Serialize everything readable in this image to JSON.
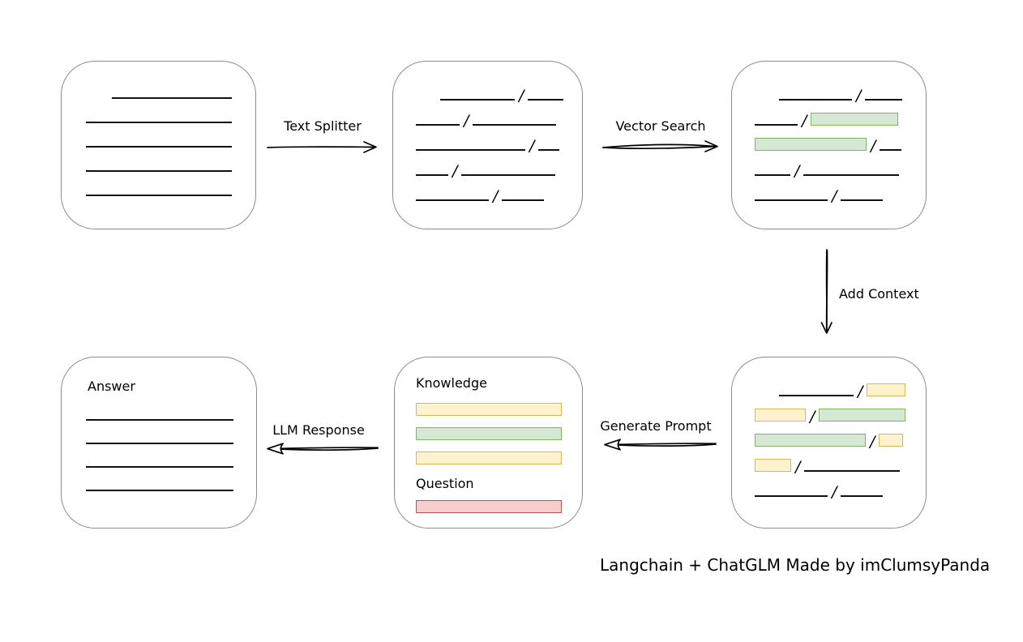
{
  "caption": "Langchain + ChatGLM Made by imClumsyPanda",
  "colors": {
    "green_fill": "#d5e8d4",
    "green_border": "#82b366",
    "yellow_fill": "#fff2cc",
    "yellow_border": "#d6b656",
    "red_fill": "#f8cecc",
    "red_border": "#b85450",
    "box_border": "#8c8c8c",
    "line": "#111111"
  },
  "arrows": {
    "text_splitter": "Text Splitter",
    "vector_search": "Vector Search",
    "add_context": "Add Context",
    "generate_prompt": "Generate Prompt",
    "llm_response": "LLM Response"
  },
  "boxes": {
    "document": {
      "rows": [
        [
          {
            "t": "line",
            "w": 148,
            "indent": 32
          }
        ],
        [
          {
            "t": "line",
            "w": 180
          }
        ],
        [
          {
            "t": "line",
            "w": 180
          }
        ],
        [
          {
            "t": "line",
            "w": 180
          }
        ],
        [
          {
            "t": "line",
            "w": 180
          }
        ]
      ]
    },
    "chunks": {
      "rows": [
        [
          {
            "t": "line",
            "w": 92,
            "indent": 30
          },
          {
            "t": "slash"
          },
          {
            "t": "line",
            "w": 44
          }
        ],
        [
          {
            "t": "line",
            "w": 54
          },
          {
            "t": "slash"
          },
          {
            "t": "line",
            "w": 103
          }
        ],
        [
          {
            "t": "line",
            "w": 135
          },
          {
            "t": "slash"
          },
          {
            "t": "line",
            "w": 26
          }
        ],
        [
          {
            "t": "line",
            "w": 40
          },
          {
            "t": "slash"
          },
          {
            "t": "line",
            "w": 116
          }
        ],
        [
          {
            "t": "line",
            "w": 90
          },
          {
            "t": "slash"
          },
          {
            "t": "line",
            "w": 52
          }
        ]
      ]
    },
    "matched": {
      "rows": [
        [
          {
            "t": "line",
            "w": 90,
            "indent": 30
          },
          {
            "t": "slash"
          },
          {
            "t": "line",
            "w": 46
          }
        ],
        [
          {
            "t": "line",
            "w": 53
          },
          {
            "t": "slash"
          },
          {
            "t": "green",
            "w": 108
          }
        ],
        [
          {
            "t": "green",
            "w": 138
          },
          {
            "t": "slash"
          },
          {
            "t": "line",
            "w": 27
          }
        ],
        [
          {
            "t": "line",
            "w": 44
          },
          {
            "t": "slash"
          },
          {
            "t": "line",
            "w": 118
          }
        ],
        [
          {
            "t": "line",
            "w": 90
          },
          {
            "t": "slash"
          },
          {
            "t": "line",
            "w": 52
          }
        ]
      ]
    },
    "context": {
      "rows": [
        [
          {
            "t": "line",
            "w": 92,
            "indent": 30
          },
          {
            "t": "slash"
          },
          {
            "t": "yellow",
            "w": 48
          }
        ],
        [
          {
            "t": "yellow",
            "w": 63
          },
          {
            "t": "slash"
          },
          {
            "t": "green",
            "w": 107
          }
        ],
        [
          {
            "t": "green",
            "w": 137
          },
          {
            "t": "slash"
          },
          {
            "t": "yellow",
            "w": 30
          }
        ],
        [
          {
            "t": "yellow",
            "w": 45
          },
          {
            "t": "slash"
          },
          {
            "t": "line",
            "w": 118
          }
        ],
        [
          {
            "t": "line",
            "w": 90
          },
          {
            "t": "slash"
          },
          {
            "t": "line",
            "w": 52
          }
        ]
      ]
    },
    "prompt": {
      "knowledge_label": "Knowledge",
      "question_label": "Question",
      "knowledge_rows": [
        [
          {
            "t": "yellow",
            "w": 180
          }
        ],
        [
          {
            "t": "green",
            "w": 180
          }
        ],
        [
          {
            "t": "yellow",
            "w": 180
          }
        ]
      ],
      "question_rows": [
        [
          {
            "t": "red",
            "w": 180
          }
        ]
      ]
    },
    "answer": {
      "label": "Answer",
      "rows": [
        [
          {
            "t": "line",
            "w": 182
          }
        ],
        [
          {
            "t": "line",
            "w": 182
          }
        ],
        [
          {
            "t": "line",
            "w": 182
          }
        ],
        [
          {
            "t": "line",
            "w": 182
          }
        ]
      ]
    }
  }
}
